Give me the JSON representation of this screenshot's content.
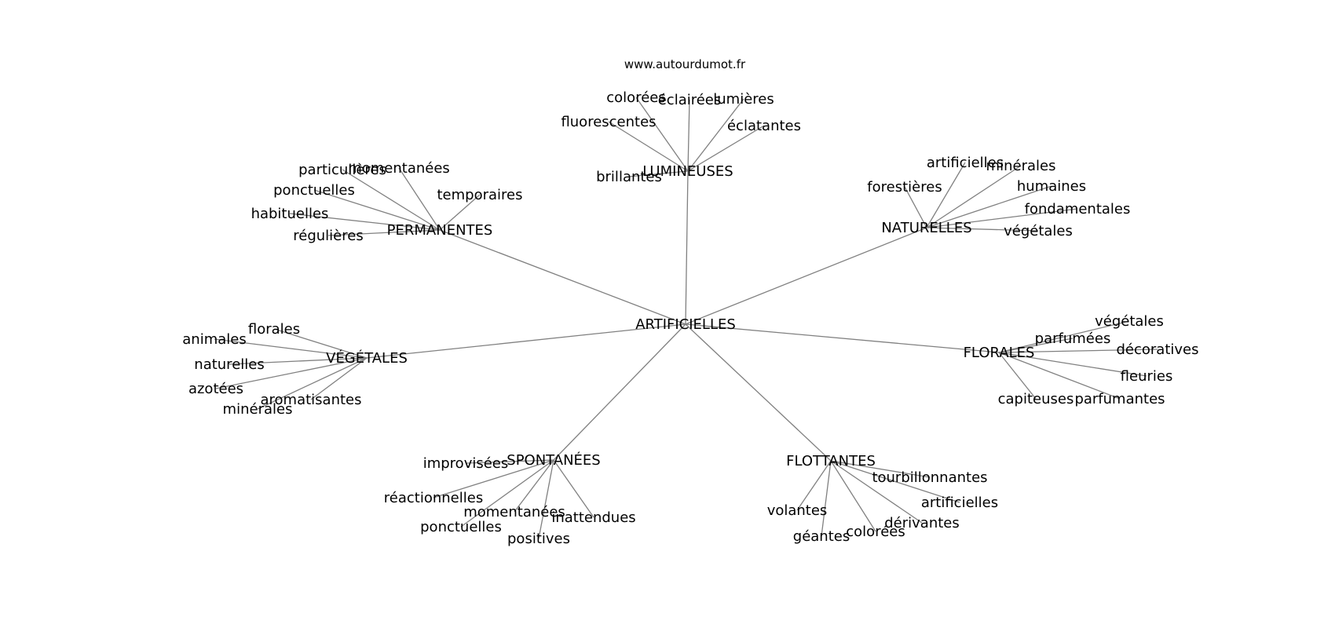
{
  "source": "www.autourdumot.fr",
  "center": "ARTIFICIELLES",
  "groups": [
    {
      "label": "LUMINEUSES",
      "words": [
        "colorées",
        "éclairées",
        "lumières",
        "fluorescentes",
        "éclatantes",
        "brillantes"
      ]
    },
    {
      "label": "PERMANENTES",
      "words": [
        "particulières",
        "momentanées",
        "ponctuelles",
        "temporaires",
        "habituelles",
        "régulières"
      ]
    },
    {
      "label": "NATURELLES",
      "words": [
        "artificielles",
        "minérales",
        "forestières",
        "humaines",
        "fondamentales",
        "végétales"
      ]
    },
    {
      "label": "VÉGÉTALES",
      "words": [
        "florales",
        "animales",
        "naturelles",
        "azotées",
        "aromatisantes",
        "minérales"
      ]
    },
    {
      "label": "FLORALES",
      "words": [
        "végétales",
        "parfumées",
        "décoratives",
        "fleuries",
        "capiteuses",
        "parfumantes"
      ]
    },
    {
      "label": "SPONTANÉES",
      "words": [
        "improvisées",
        "réactionnelles",
        "momentanées",
        "inattendues",
        "ponctuelles",
        "positives"
      ]
    },
    {
      "label": "FLOTTANTES",
      "words": [
        "tourbillonnantes",
        "artificielles",
        "volantes",
        "dérivantes",
        "colorées",
        "géantes"
      ]
    }
  ]
}
